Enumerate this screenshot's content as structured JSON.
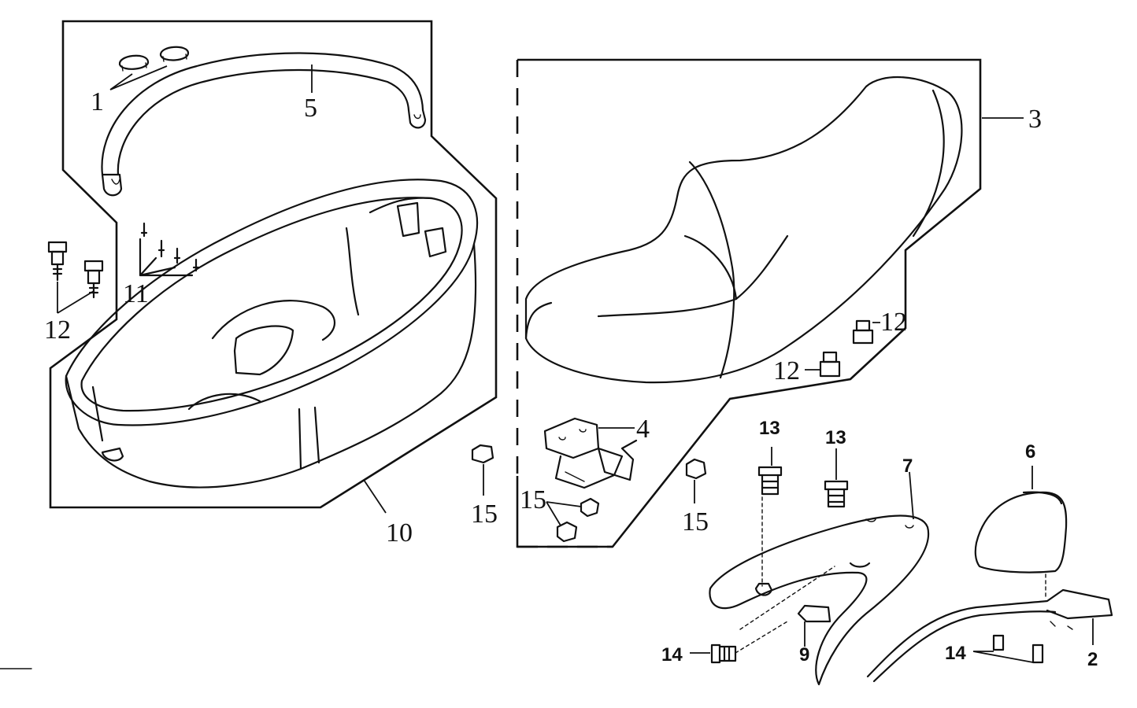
{
  "callouts": [
    {
      "id": "c1",
      "text": "1"
    },
    {
      "id": "c5",
      "text": "5"
    },
    {
      "id": "c11",
      "text": "11"
    },
    {
      "id": "c12a",
      "text": "12"
    },
    {
      "id": "c10",
      "text": "10"
    },
    {
      "id": "c3",
      "text": "3"
    },
    {
      "id": "c12b",
      "text": "12"
    },
    {
      "id": "c12c",
      "text": "12"
    },
    {
      "id": "c4",
      "text": "4"
    },
    {
      "id": "c15a",
      "text": "15"
    },
    {
      "id": "c15b",
      "text": "15"
    },
    {
      "id": "c15c",
      "text": "15"
    },
    {
      "id": "c13a",
      "text": "13"
    },
    {
      "id": "c13b",
      "text": "13"
    },
    {
      "id": "c7",
      "text": "7"
    },
    {
      "id": "c6",
      "text": "6"
    },
    {
      "id": "c14a",
      "text": "14"
    },
    {
      "id": "c9",
      "text": "9"
    },
    {
      "id": "c14b",
      "text": "14"
    },
    {
      "id": "c2",
      "text": "2"
    }
  ]
}
